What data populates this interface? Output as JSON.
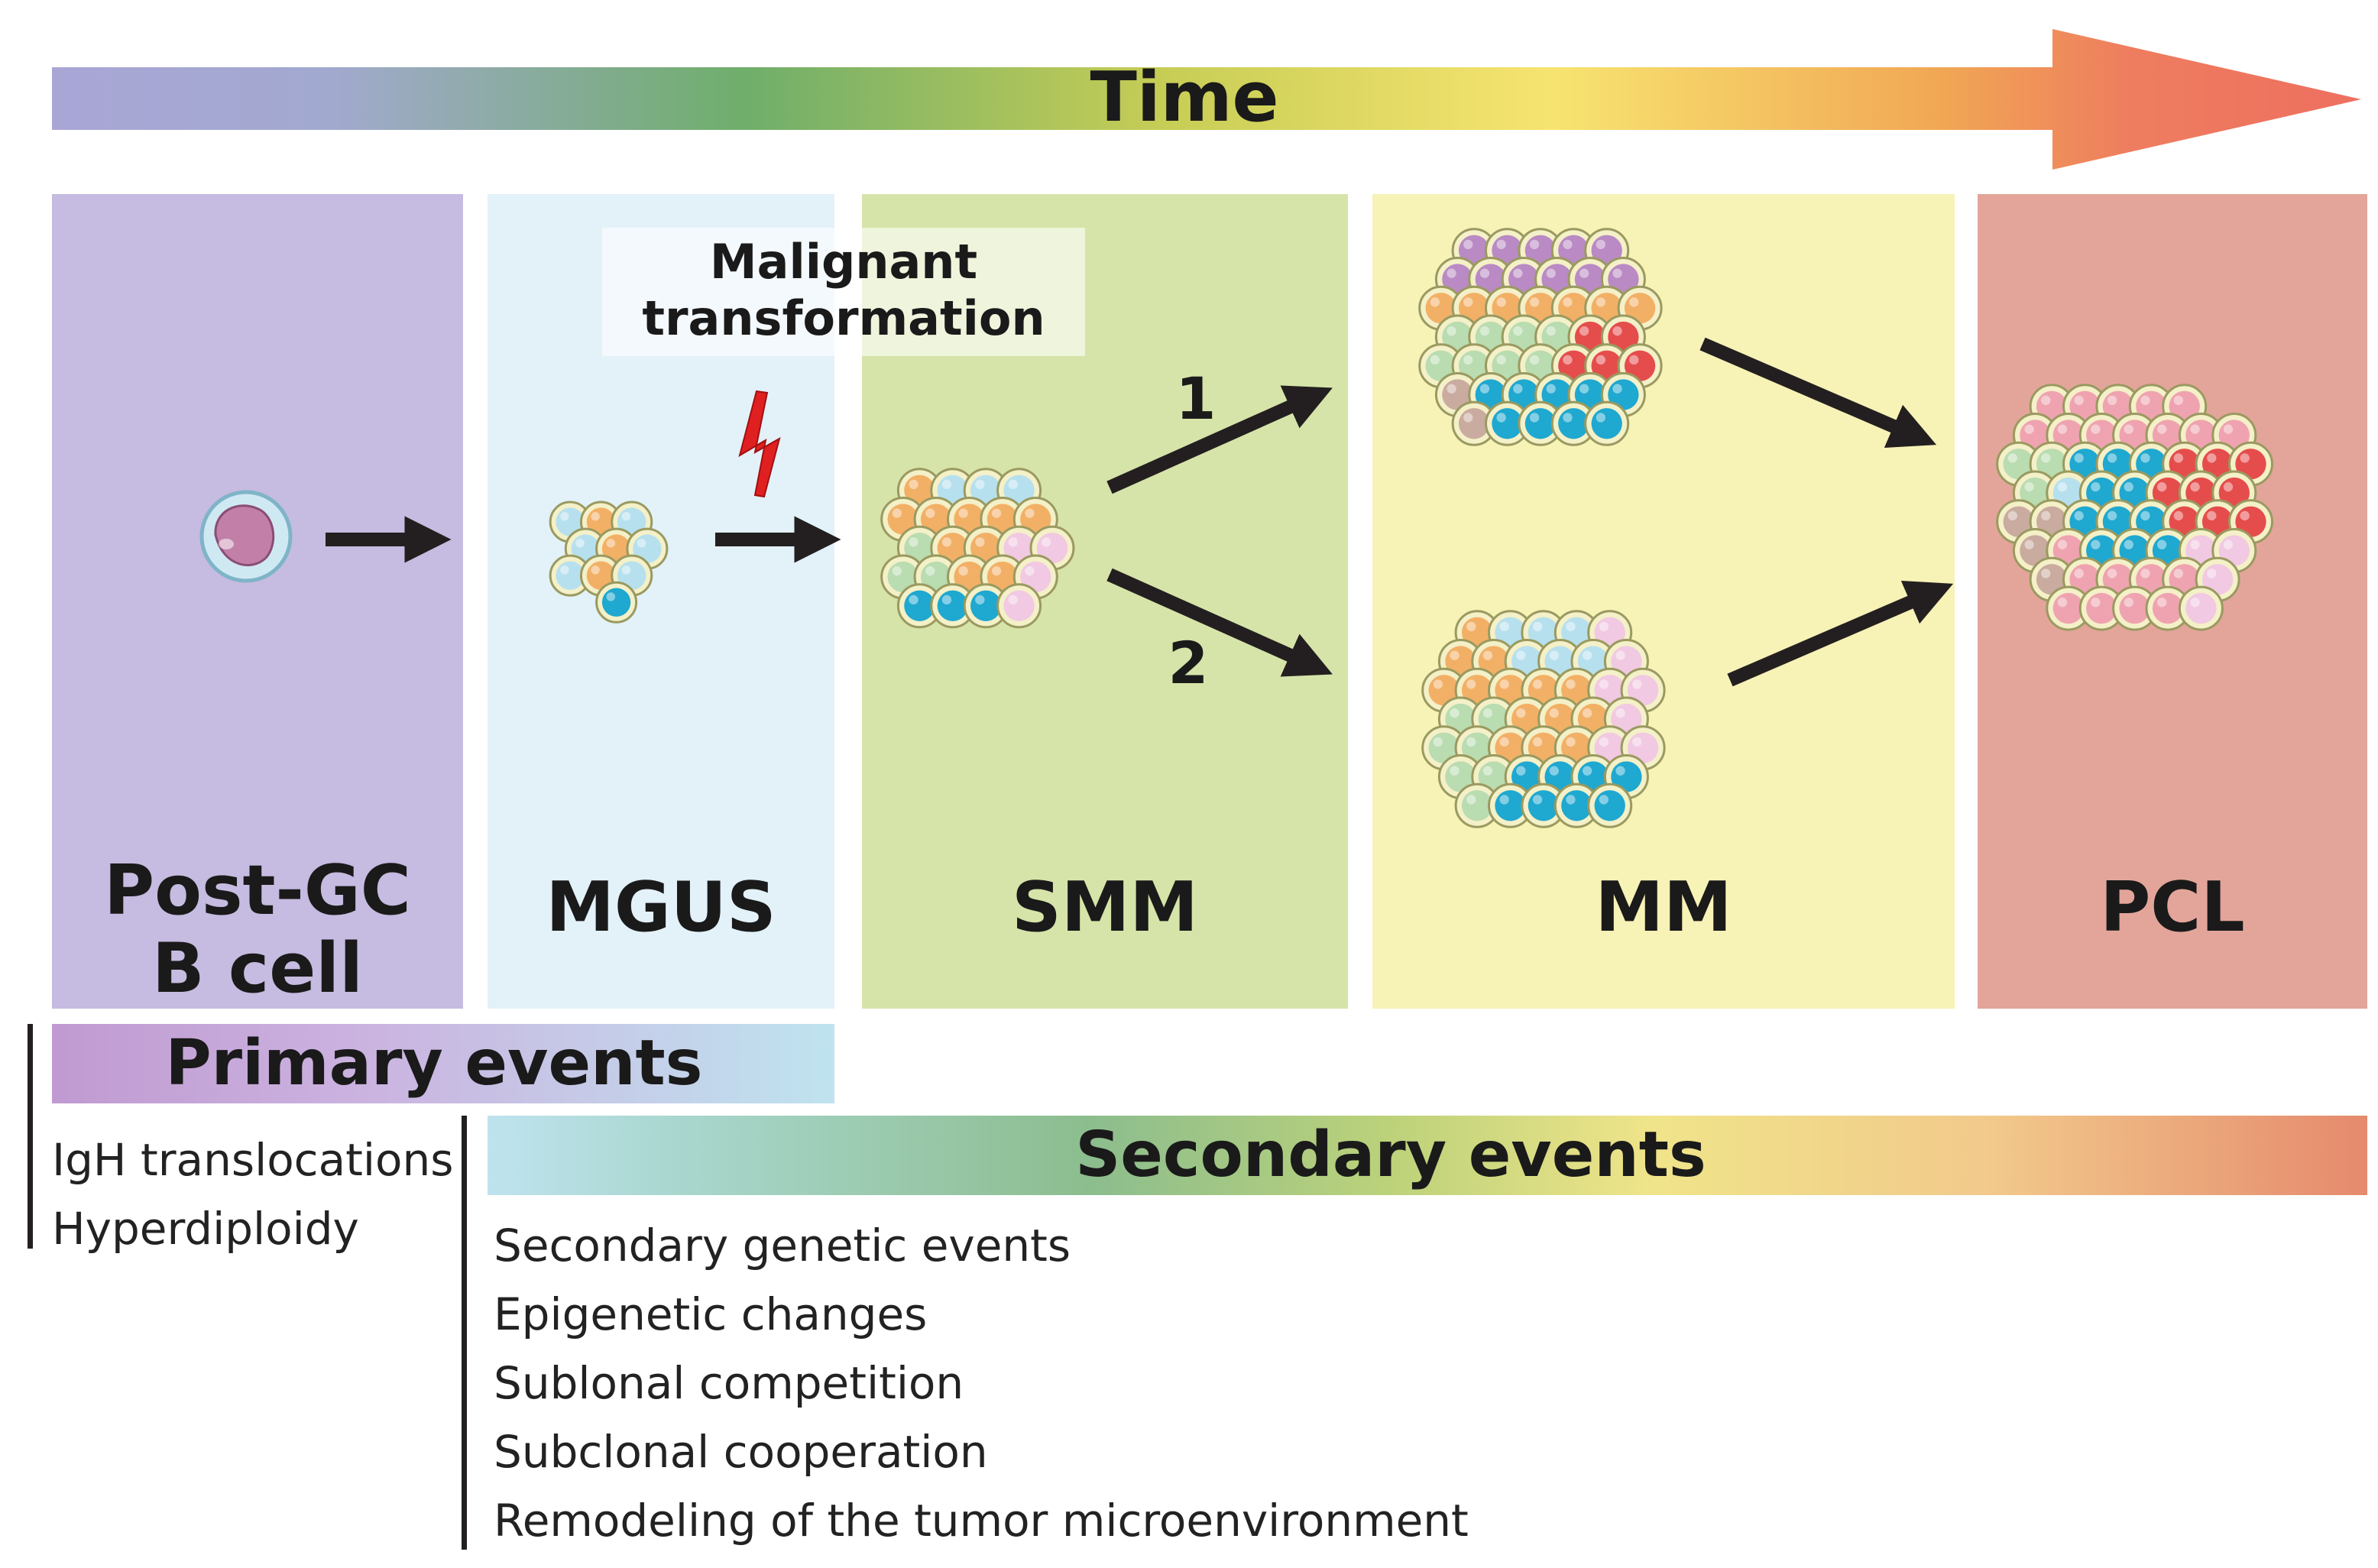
{
  "header": {
    "time_label": "Time"
  },
  "stages": [
    {
      "label_line1": "Post-GC",
      "label_line2": "B cell",
      "color": "#c6bbe0"
    },
    {
      "label": "MGUS",
      "color": "#e3f1f9"
    },
    {
      "label": "SMM",
      "color": "#d6e4a9"
    },
    {
      "label": "MM",
      "color": "#f7f2b6"
    },
    {
      "label": "PCL",
      "color": "#e3a59a"
    }
  ],
  "transformation": {
    "line1": "Malignant",
    "line2": "transformation",
    "bolt_color": "#e02020"
  },
  "paths": {
    "path1": "1",
    "path2": "2"
  },
  "primary": {
    "title": "Primary events",
    "items": [
      "IgH translocations",
      "Hyperdiploidy"
    ]
  },
  "secondary": {
    "title": "Secondary events",
    "items": [
      "Secondary genetic events",
      "Epigenetic changes",
      "Sublonal competition",
      "Subclonal cooperation",
      "Remodeling of the tumor microenvironment"
    ]
  },
  "cell_colors": {
    "orange": "#f2b066",
    "lightblue": "#b7e0ee",
    "cyan": "#1fa8d0",
    "green": "#b9dcb0",
    "pink": "#f1c9e2",
    "red": "#e54d4d",
    "purple": "#b98ac4",
    "tan": "#c9ab9f",
    "midblue": "#5fb3df",
    "rose": "#efa3b0"
  }
}
